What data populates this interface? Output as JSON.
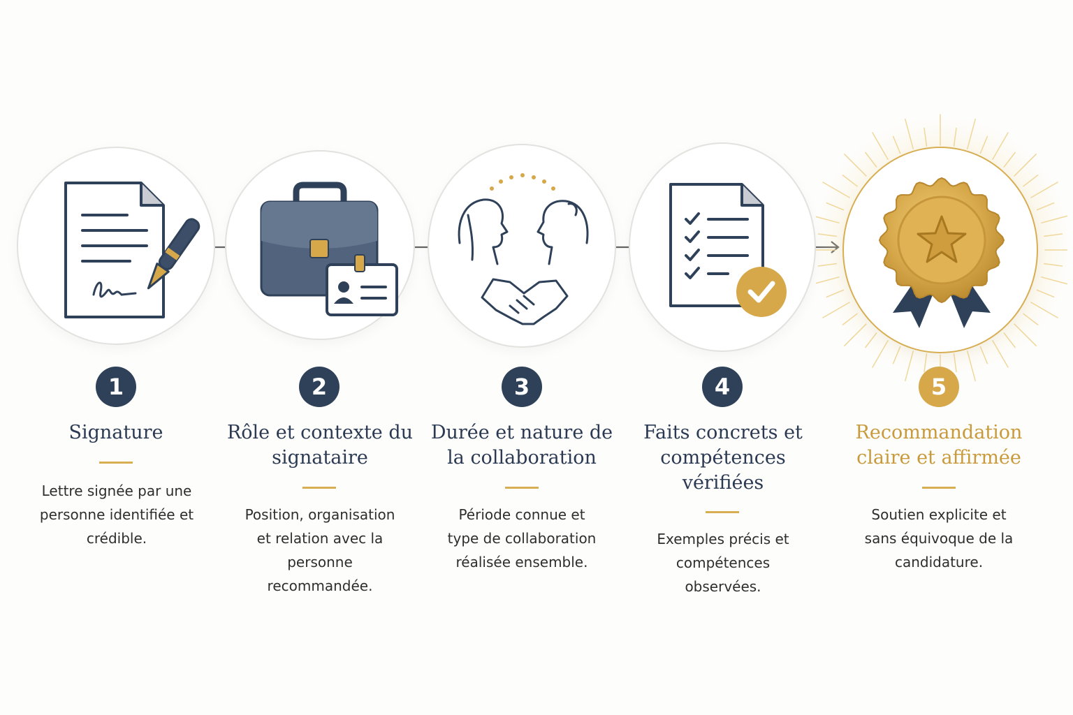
{
  "steps": [
    {
      "number": "1",
      "title": "Signature",
      "description": "Lettre signée par une personne identifiée et crédible.",
      "icon": "signed-document-pen-icon"
    },
    {
      "number": "2",
      "title": "Rôle et contexte du signataire",
      "description": "Position, organisation et relation avec la personne recommandée.",
      "icon": "briefcase-id-card-icon"
    },
    {
      "number": "3",
      "title": "Durée et nature de la collaboration",
      "description": "Période connue et type de collaboration réalisée ensemble.",
      "icon": "people-handshake-icon"
    },
    {
      "number": "4",
      "title": "Faits concrets et compétences vérifiées",
      "description": "Exemples précis et compétences observées.",
      "icon": "checklist-check-icon"
    },
    {
      "number": "5",
      "title": "Recommandation claire et affirmée",
      "description": "Soutien explicite et sans équivoque de la candidature.",
      "icon": "gold-seal-ribbon-icon"
    }
  ],
  "colors": {
    "navy": "#2f4159",
    "gold": "#d6a84a",
    "text": "#2e2e2e"
  }
}
